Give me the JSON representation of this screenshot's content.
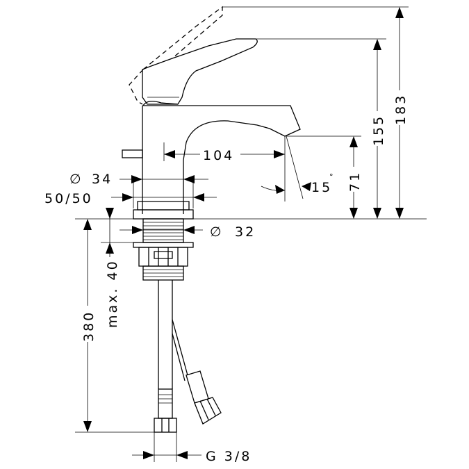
{
  "dimensions": {
    "height_total": "183",
    "height_spout_top": "155",
    "height_spout": "71",
    "reach": "104",
    "angle": "15",
    "angle_unit": "°",
    "diameter_base": "34",
    "base_offset": "50/50",
    "diameter_shank": "32",
    "max_thickness": "max. 40",
    "hose_length": "380",
    "thread": "G 3/8"
  },
  "symbols": {
    "diameter": "∅"
  }
}
